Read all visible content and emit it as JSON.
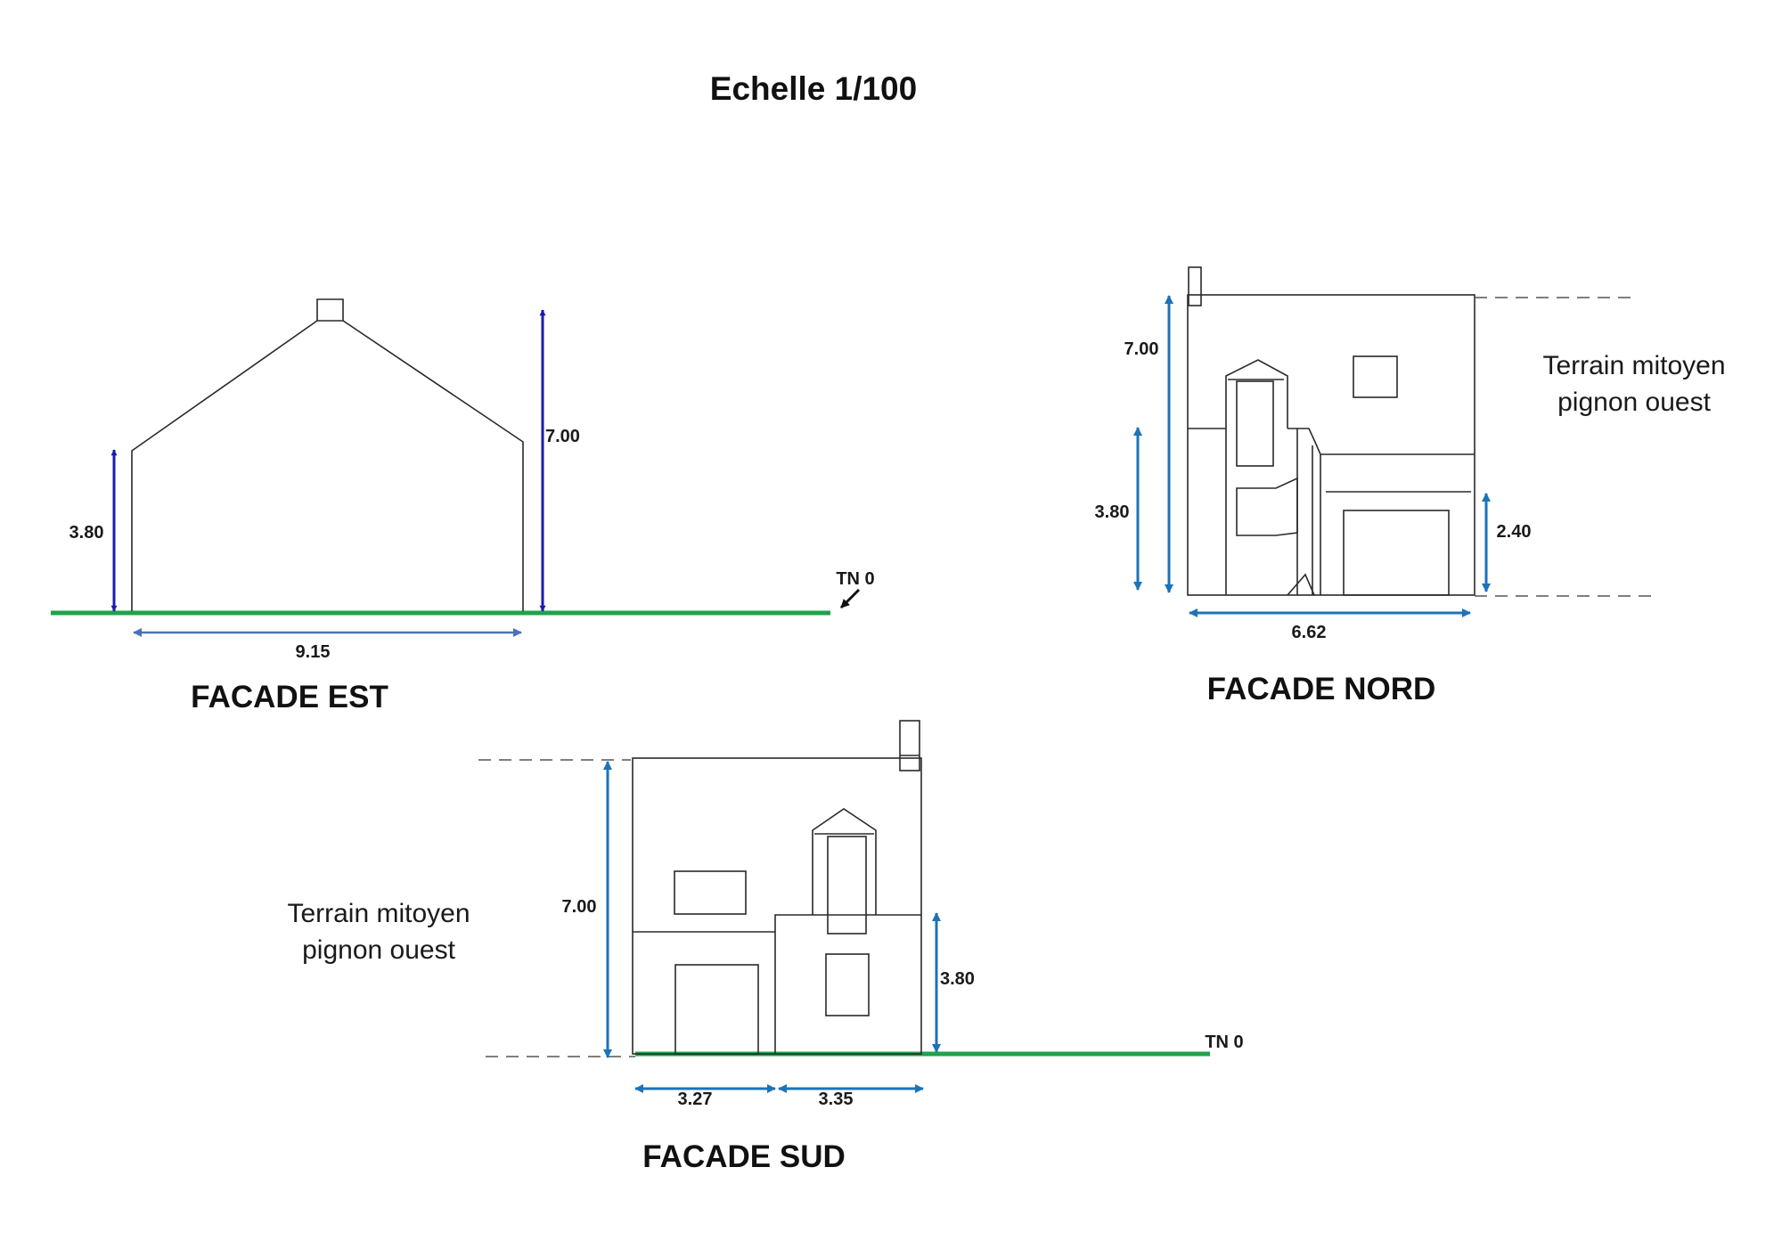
{
  "sheet": {
    "title": "Echelle 1/100"
  },
  "facade_est": {
    "label": "FACADE EST",
    "dim_eave_height": "3.80",
    "dim_total_height": "7.00",
    "dim_width": "9.15",
    "tn_label": "TN 0"
  },
  "facade_nord": {
    "label": "FACADE NORD",
    "dim_total_height": "7.00",
    "dim_floor_height": "3.80",
    "dim_garage_height": "2.40",
    "dim_width": "6.62",
    "note_line1": "Terrain mitoyen",
    "note_line2": "pignon ouest"
  },
  "facade_sud": {
    "label": "FACADE SUD",
    "dim_total_height": "7.00",
    "dim_floor_height": "3.80",
    "dim_width_left": "3.27",
    "dim_width_right": "3.35",
    "tn_label": "TN 0",
    "note_line1": "Terrain mitoyen",
    "note_line2": "pignon ouest"
  },
  "colors": {
    "ground": "#1fa34a",
    "dimension_navy": "#1b1bb0",
    "dimension_steel": "#4a72b8",
    "dimension_blue": "#1b73b8"
  }
}
